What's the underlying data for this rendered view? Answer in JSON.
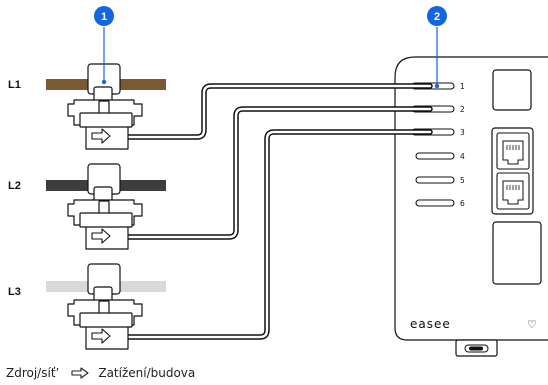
{
  "callouts": [
    "1",
    "2"
  ],
  "phases": [
    {
      "label": "L1",
      "cable_color": "#7a5a32"
    },
    {
      "label": "L2",
      "cable_color": "#3d3d3d"
    },
    {
      "label": "L3",
      "cable_color": "#d9d9d9"
    }
  ],
  "ports": [
    "1",
    "2",
    "3",
    "4",
    "5",
    "6"
  ],
  "device": {
    "brand": "easee",
    "heart_symbol": "♡"
  },
  "legend": {
    "source_label": "Zdroj/síť’",
    "arrow_icon": "arrow-right-outline-icon",
    "load_label": "Zatížení/budova"
  },
  "colors": {
    "callout": "#1565e0",
    "line": "#111111"
  }
}
